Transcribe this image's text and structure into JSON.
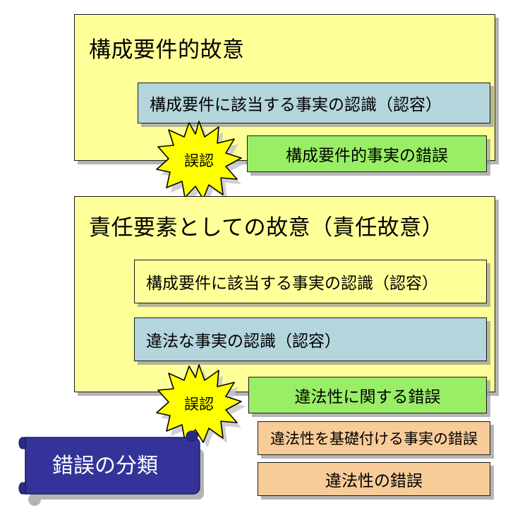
{
  "diagram": {
    "title_semantic": "criminal-intent-and-mistake-classification",
    "colors": {
      "panel_yellow": "#ffff99",
      "box_blue": "#b3d5db",
      "box_green": "#99ee66",
      "box_orange": "#f8cc99",
      "banner_blue": "#333399",
      "burst_yellow": "#ffff00",
      "outline": "#1a1a1a",
      "shadow": "#969696",
      "background": "#ffffff"
    }
  },
  "sections": [
    {
      "id": "constitutive-intent",
      "title": "構成要件的故意",
      "boxes": [
        {
          "id": "s1-awareness",
          "label": "構成要件に該当する事実の認識（認容）",
          "color": "blue"
        },
        {
          "id": "s1-mistake",
          "label": "構成要件的事実の錯誤",
          "color": "green"
        }
      ],
      "burst": {
        "label": "誤認"
      }
    },
    {
      "id": "culpability-intent",
      "title": "責任要素としての故意（責任故意）",
      "boxes": [
        {
          "id": "s2-awareness",
          "label": "構成要件に該当する事実の認識（認容）",
          "color": "yellow"
        },
        {
          "id": "s2-illegal",
          "label": "違法な事実の認識（認容）",
          "color": "blue"
        },
        {
          "id": "s2-mistake",
          "label": "違法性に関する錯誤",
          "color": "green"
        }
      ],
      "burst": {
        "label": "誤認"
      }
    }
  ],
  "bottom": {
    "banner": {
      "label": "錯誤の分類"
    },
    "boxes": [
      {
        "id": "basis-mistake",
        "label": "違法性を基礎付ける事実の錯誤",
        "color": "orange"
      },
      {
        "id": "illegality-error",
        "label": "違法性の錯誤",
        "color": "orange"
      }
    ]
  }
}
